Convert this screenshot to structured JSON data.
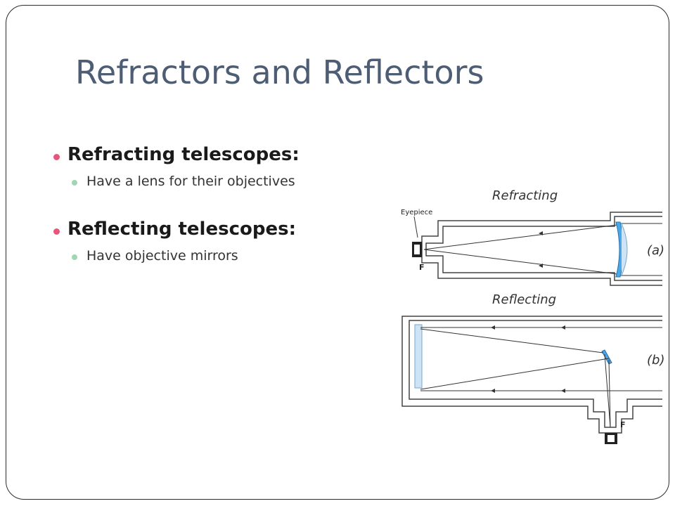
{
  "slide": {
    "title": "Refractors and Reflectors",
    "bullet_color_primary": "#e7557a",
    "bullet_color_secondary": "#9fd6b3",
    "items": [
      {
        "heading": "Refracting telescopes:",
        "sub": "Have a lens for their objectives"
      },
      {
        "heading": "Reflecting telescopes:",
        "sub": "Have objective mirrors"
      }
    ]
  },
  "figure": {
    "refracting_label": "Refracting",
    "reflecting_label": "Reflecting",
    "eyepiece_label": "Eyepiece",
    "focus_label_a": "F",
    "focus_label_b": "F",
    "panel_a_label": "(a)",
    "panel_b_label": "(b)",
    "optic_color": "#4aa8e8",
    "mirror_color": "#cde4f7"
  }
}
